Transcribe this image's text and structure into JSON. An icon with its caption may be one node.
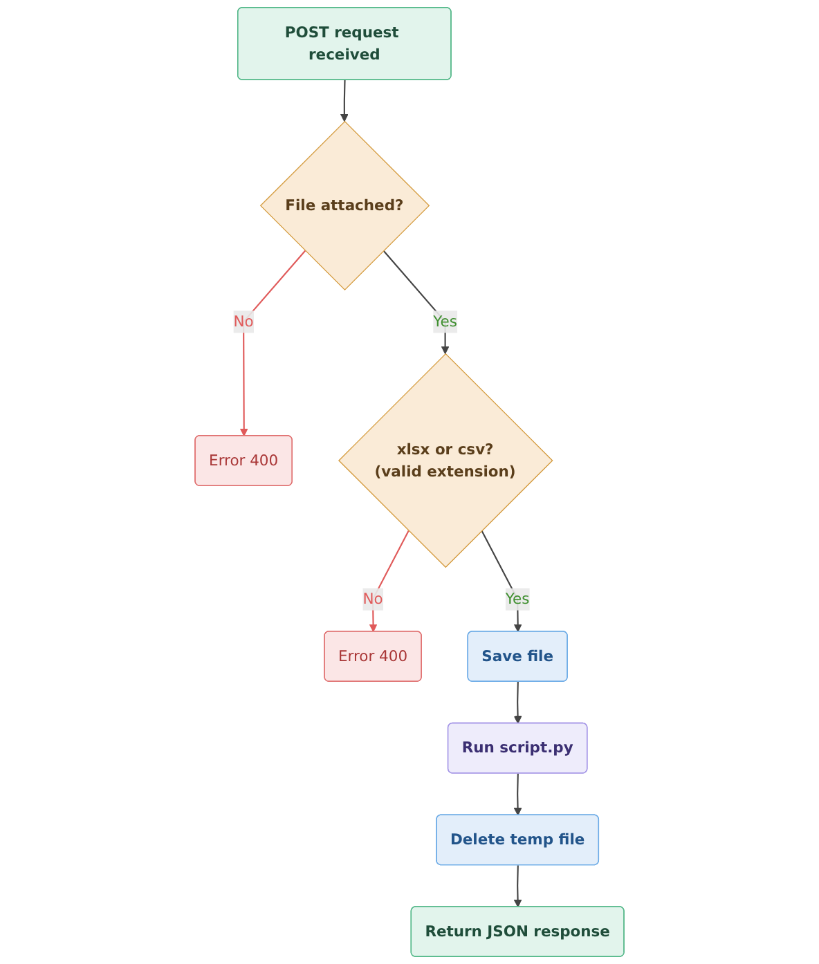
{
  "diagram": {
    "nodes": [
      {
        "text": [
          "POST request received"
        ]
      },
      {
        "text": [
          "File attached?"
        ]
      },
      {
        "text": [
          "Error 400"
        ]
      },
      {
        "text": [
          "xlsx or csv?",
          "(valid extension)"
        ]
      },
      {
        "text": [
          "Error 400"
        ]
      },
      {
        "text": [
          "Save file"
        ]
      },
      {
        "text": [
          "Run script.py"
        ]
      },
      {
        "text": [
          "Delete temp file"
        ]
      },
      {
        "text": [
          "Return JSON response"
        ]
      }
    ],
    "edges": [
      {
        "from": 0,
        "to": 1,
        "arrow": "to"
      },
      {
        "from": 1,
        "to": 2,
        "arrow": "to",
        "label": "No",
        "color": "#e05a5a"
      },
      {
        "from": 1,
        "to": 3,
        "arrow": "to",
        "label": "Yes"
      },
      {
        "from": 3,
        "to": 4,
        "arrow": "to",
        "label": "No",
        "color": "#e05a5a"
      },
      {
        "from": 3,
        "to": 5,
        "arrow": "to",
        "label": "Yes"
      },
      {
        "from": 5,
        "to": 6,
        "arrow": "to"
      },
      {
        "from": 6,
        "to": 7,
        "arrow": "to"
      },
      {
        "from": 7,
        "to": 8,
        "arrow": "to"
      }
    ]
  }
}
